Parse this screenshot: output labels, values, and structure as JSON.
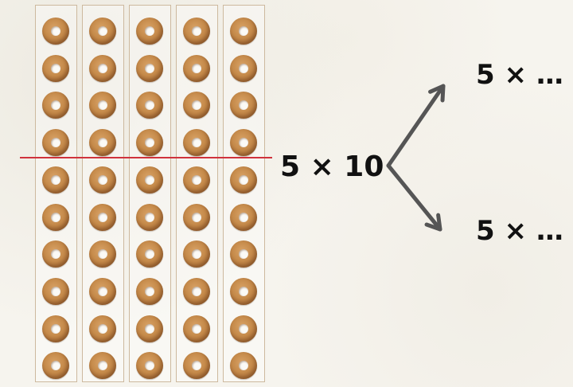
{
  "array": {
    "columns": 5,
    "rows": 10,
    "split_after_row": 4,
    "item_icon": "cereal-ring-icon",
    "column_border_color": "#cdb99e",
    "split_line_color": "#d0323c"
  },
  "expressions": {
    "main": "5 × 10",
    "top": "5 × …",
    "bottom": "5 × …"
  },
  "arrow_color": "#555555"
}
